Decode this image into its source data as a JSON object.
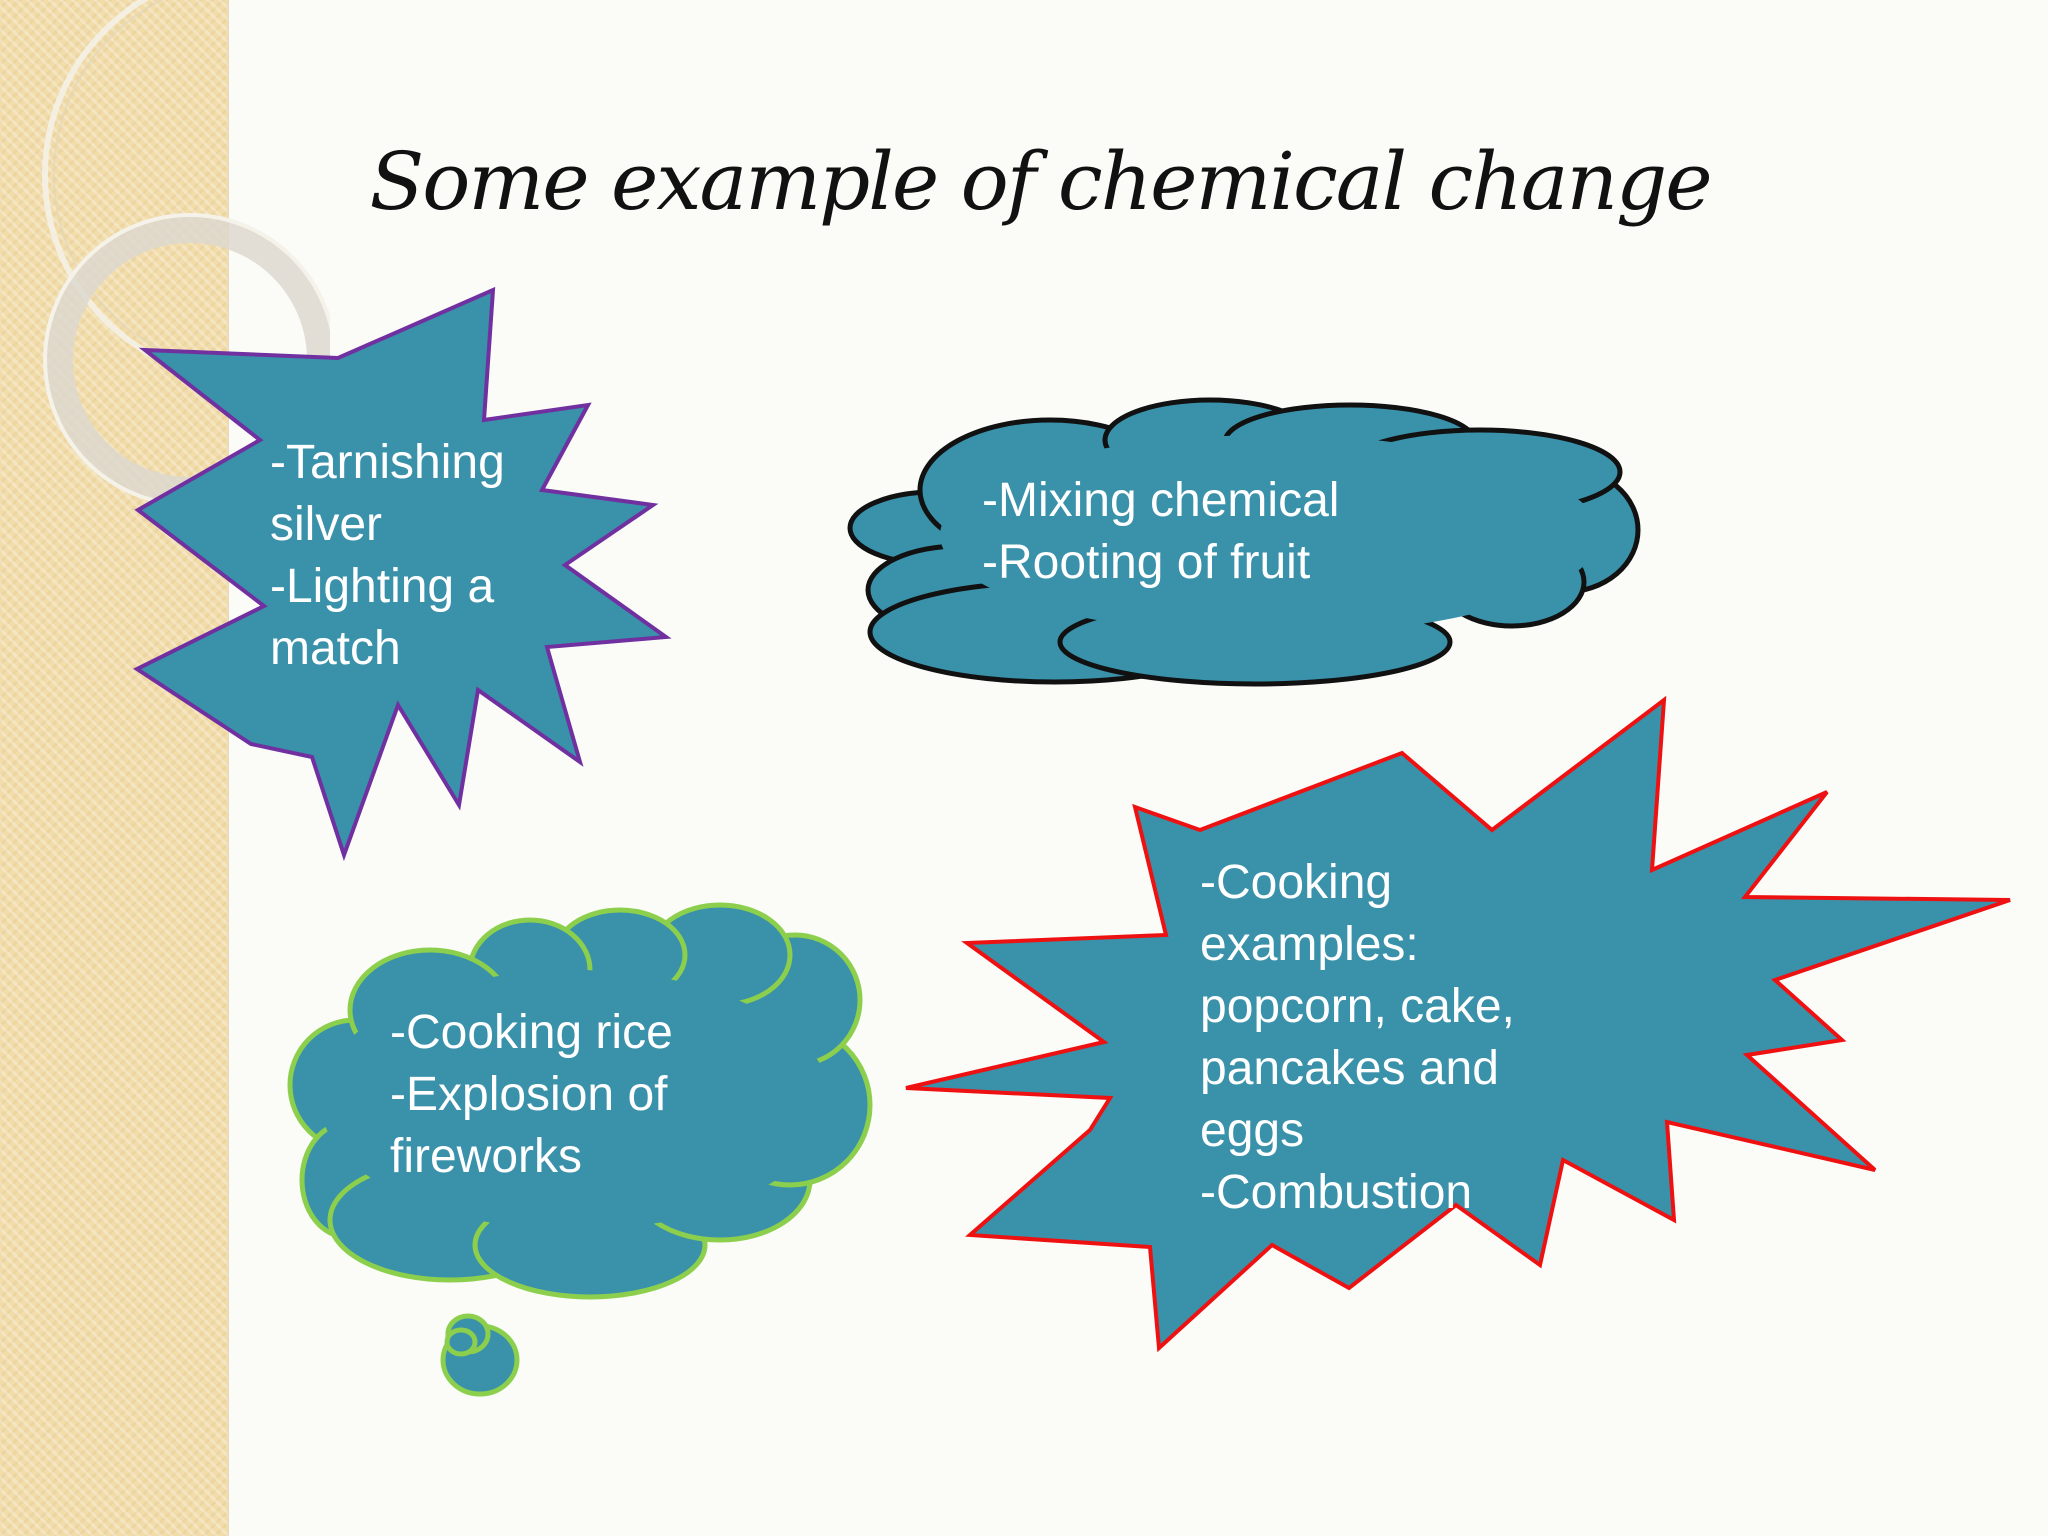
{
  "title": "Some example of chemical change",
  "colors": {
    "shape_fill": "#3a91aa",
    "star1_outline": "#7030a0",
    "star2_outline": "#ee1111",
    "cloud1_outline": "#111111",
    "cloud2_outline": "#8ccf4d",
    "text": "#ffffff"
  },
  "shapes": [
    {
      "kind": "explosion-star",
      "lines": [
        "-Tarnishing",
        "silver",
        "-Lighting a",
        "match"
      ]
    },
    {
      "kind": "cloud",
      "lines": [
        "-Mixing chemical",
        "-Rooting of fruit"
      ]
    },
    {
      "kind": "cloud-callout",
      "lines": [
        "-Cooking rice",
        "-Explosion of",
        "fireworks"
      ]
    },
    {
      "kind": "explosion-star",
      "lines": [
        "-Cooking",
        "examples:",
        "popcorn, cake,",
        "pancakes and",
        "eggs",
        "-Combustion"
      ]
    }
  ]
}
